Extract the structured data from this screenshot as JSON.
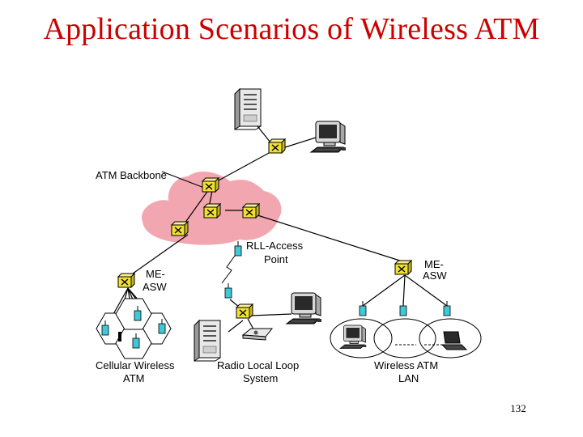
{
  "title": "Application Scenarios of Wireless ATM",
  "labels": {
    "atm_backbone": "ATM Backbone",
    "rll_access_1": "RLL-Access",
    "rll_access_2": "Point",
    "me_asw_left_1": "ME-",
    "me_asw_left_2": "ASW",
    "me_asw_right_1": "ME-",
    "me_asw_right_2": "ASW",
    "cellular_1": "Cellular Wireless",
    "cellular_2": "ATM",
    "rll_system_1": "Radio Local Loop",
    "rll_system_2": "System",
    "wlan_1": "Wireless ATM",
    "wlan_2": "LAN"
  },
  "page_number": "132",
  "colors": {
    "title": "#cc0000",
    "backbone_cloud": "#f2a6b0",
    "switch": "#f0e030",
    "radio": "#40c8d8"
  },
  "icons": [
    "server-icon",
    "workstation-icon",
    "atm-switch-icon",
    "radio-antenna-icon",
    "laptop-icon",
    "cell-hexagon-icon",
    "modem-icon"
  ]
}
